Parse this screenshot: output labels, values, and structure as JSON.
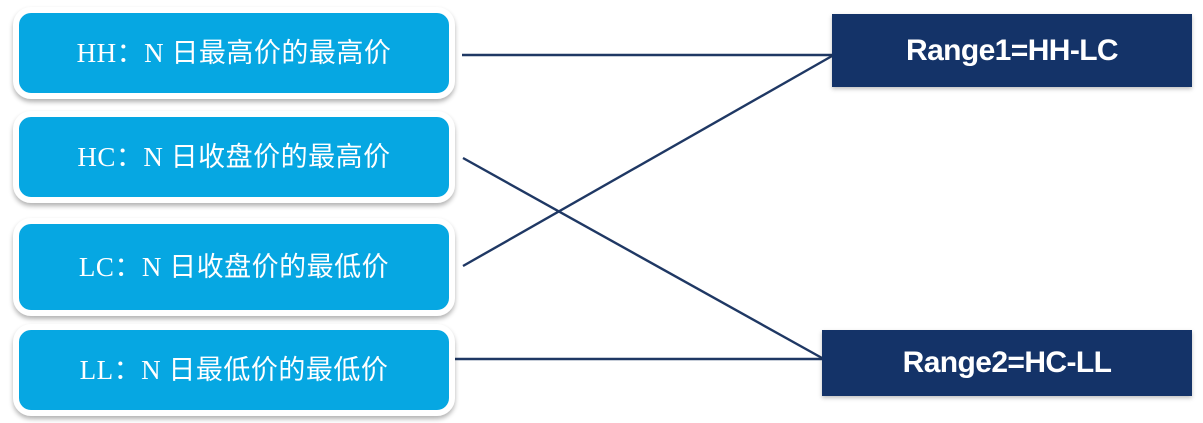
{
  "diagram": {
    "title": "Range1 / Range2 definition diagram",
    "colors": {
      "source_box_fill": "#06A7E2",
      "source_box_border": "#FFFFFF",
      "result_box_fill": "#143368",
      "connector_line": "#1F3864",
      "background": "#FFFFFF",
      "text_on_boxes": "#FFFFFF"
    },
    "sources": [
      {
        "id": "HH",
        "code": "HH",
        "separator": "：",
        "description": "N 日最高价的最高价",
        "full_text": "HH：N 日最高价的最高价"
      },
      {
        "id": "HC",
        "code": "HC",
        "separator": "：",
        "description": "N 日收盘价的最高价",
        "full_text": "HC：N 日收盘价的最高价"
      },
      {
        "id": "LC",
        "code": "LC",
        "separator": "：",
        "description": "N 日收盘价的最低价",
        "full_text": "LC：N 日收盘价的最低价"
      },
      {
        "id": "LL",
        "code": "LL",
        "separator": "：",
        "description": "N 日最低价的最低价",
        "full_text": "LL：N 日最低价的最低价"
      }
    ],
    "results": [
      {
        "id": "Range1",
        "label": "Range1=HH-LC",
        "formula": "HH-LC",
        "inputs": [
          "HH",
          "LC"
        ]
      },
      {
        "id": "Range2",
        "label": "Range2=HC-LL",
        "formula": "HC-LL",
        "inputs": [
          "HC",
          "LL"
        ]
      }
    ],
    "connectors": [
      {
        "from": "HH",
        "to": "Range1",
        "style": "straight-horizontal"
      },
      {
        "from": "LC",
        "to": "Range1",
        "style": "diagonal-up"
      },
      {
        "from": "HC",
        "to": "Range2",
        "style": "diagonal-down"
      },
      {
        "from": "LL",
        "to": "Range2",
        "style": "straight-horizontal"
      }
    ]
  }
}
